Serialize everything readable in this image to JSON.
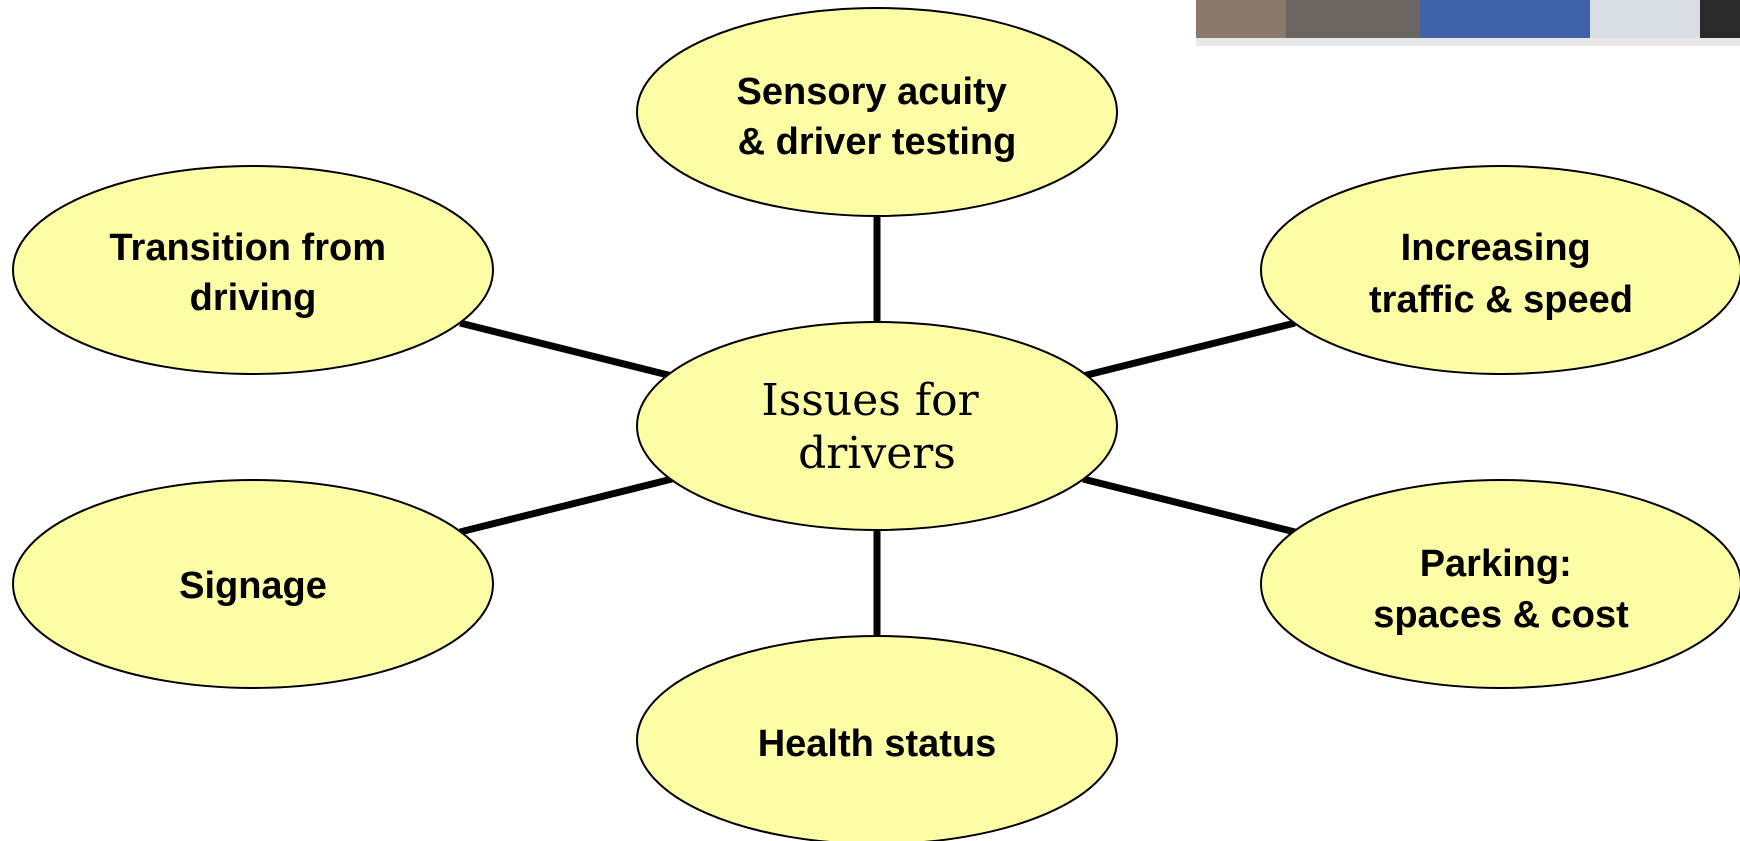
{
  "center": {
    "lines": [
      "Issues for",
      "drivers"
    ]
  },
  "nodes": [
    {
      "id": "sensory",
      "lines": [
        "Sensory acuity",
        "& driver testing"
      ]
    },
    {
      "id": "transition",
      "lines": [
        "Transition from",
        "driving"
      ]
    },
    {
      "id": "traffic",
      "lines": [
        "Increasing",
        "traffic & speed"
      ]
    },
    {
      "id": "signage",
      "lines": [
        "Signage"
      ]
    },
    {
      "id": "parking",
      "lines": [
        "Parking:",
        "spaces & cost"
      ]
    },
    {
      "id": "health",
      "lines": [
        "Health status"
      ]
    }
  ],
  "colors": {
    "fill": "#fdfda6",
    "stroke": "#000000",
    "connector": "#000000"
  }
}
